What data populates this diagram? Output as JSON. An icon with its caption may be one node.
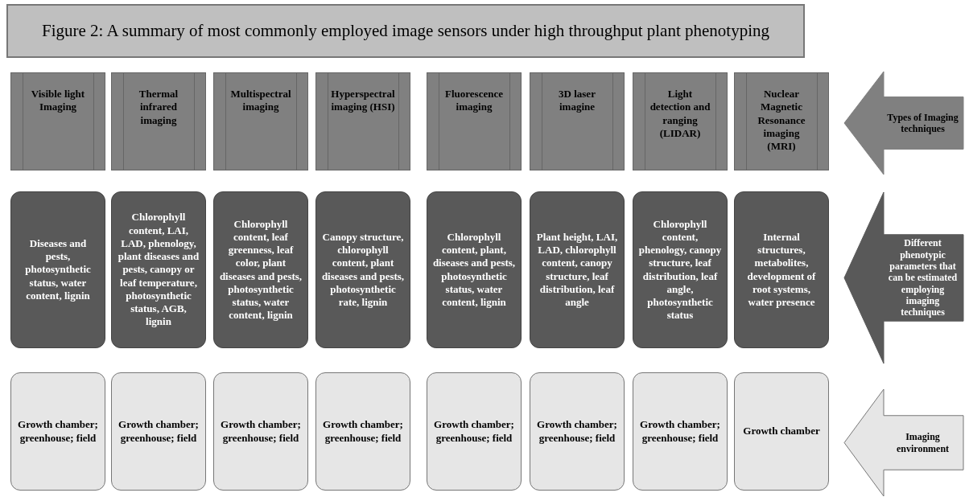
{
  "diagram": {
    "title": "Figure 2: A summary of most commonly employed image sensors under high throughput plant phenotyping",
    "nodes": [
      {
        "text": [
          "Visible light Imaging"
        ]
      },
      {
        "text": [
          "Thermal infrared imaging"
        ]
      },
      {
        "text": [
          "Multispectral imaging"
        ]
      },
      {
        "text": [
          "Hyperspectral imaging (HSI)"
        ]
      },
      {
        "text": [
          "Fluorescence imaging"
        ]
      },
      {
        "text": [
          "3D laser imagine"
        ]
      },
      {
        "text": [
          "Light detection and ranging (LIDAR)"
        ]
      },
      {
        "text": [
          "Nuclear Magnetic Resonance imaging (MRI)"
        ]
      },
      {
        "text": [
          "Types of Imaging techniques"
        ]
      },
      {
        "text": [
          "Diseases and pests, photosynthetic status, water content, lignin"
        ]
      },
      {
        "text": [
          "Chlorophyll content, LAI, LAD, phenology, plant diseases and pests, canopy or leaf temperature, photosynthetic status, AGB, lignin"
        ]
      },
      {
        "text": [
          "Chlorophyll content, leaf greenness, leaf color, plant diseases and pests, photosynthetic status, water content, lignin"
        ]
      },
      {
        "text": [
          "Canopy structure, chlorophyll content, plant diseases and pests, photosynthetic rate, lignin"
        ]
      },
      {
        "text": [
          "Chlorophyll content, plant, diseases and pests, photosynthetic status, water content, lignin"
        ]
      },
      {
        "text": [
          "Plant height, LAI, LAD, chlorophyll content, canopy structure, leaf distribution, leaf angle"
        ]
      },
      {
        "text": [
          "Chlorophyll content, phenology, canopy structure, leaf distribution, leaf angle, photosynthetic status"
        ]
      },
      {
        "text": [
          "Internal structures, metabolites, development of root systems, water presence"
        ]
      },
      {
        "text": [
          "Different phenotypic parameters that can be estimated employing imaging techniques"
        ]
      },
      {
        "text": [
          "Growth chamber; greenhouse; field"
        ]
      },
      {
        "text": [
          "Growth chamber; greenhouse; field"
        ]
      },
      {
        "text": [
          "Growth chamber; greenhouse; field"
        ]
      },
      {
        "text": [
          "Growth chamber; greenhouse; field"
        ]
      },
      {
        "text": [
          "Growth chamber; greenhouse; field"
        ]
      },
      {
        "text": [
          "Growth chamber; greenhouse; field"
        ]
      },
      {
        "text": [
          "Growth chamber; greenhouse; field"
        ]
      },
      {
        "text": [
          "Growth chamber"
        ]
      },
      {
        "text": [
          "Imaging environment"
        ]
      }
    ]
  }
}
